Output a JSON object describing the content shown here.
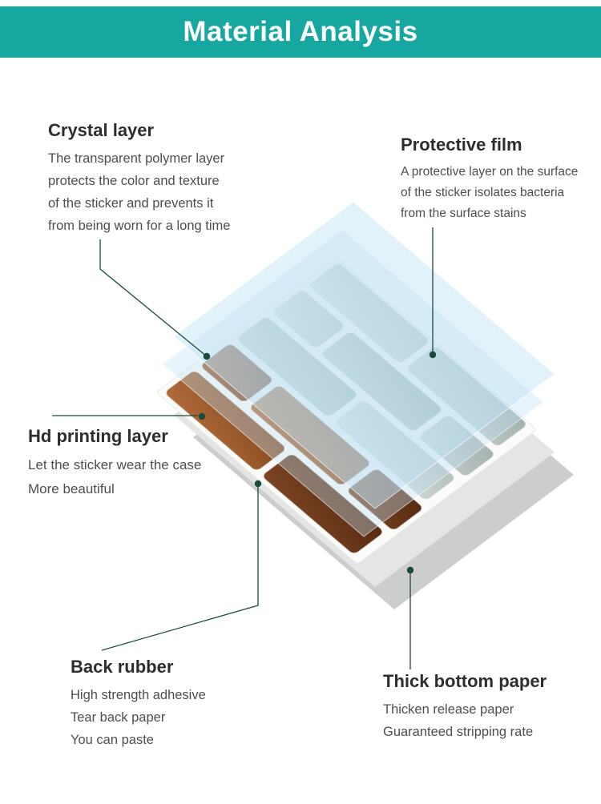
{
  "header": {
    "title": "Material Analysis",
    "background": "#16a7a1",
    "text_color": "#ffffff"
  },
  "annotations": {
    "crystal_layer": {
      "title": "Crystal layer",
      "lines": [
        "The transparent polymer layer",
        "protects the color and texture",
        "of the sticker and prevents it",
        "from being worn for a long time"
      ]
    },
    "protective_film": {
      "title": "Protective film",
      "lines": [
        "A protective layer on the surface",
        "of the sticker isolates bacteria",
        "from the surface stains"
      ]
    },
    "hd_printing_layer": {
      "title": "Hd printing layer",
      "lines": [
        "Let the sticker wear the case",
        "More beautiful"
      ]
    },
    "back_rubber": {
      "title": "Back rubber",
      "lines": [
        "High strength adhesive",
        "Tear back paper",
        "You can paste"
      ]
    },
    "thick_bottom_paper": {
      "title": "Thick bottom paper",
      "lines": [
        "Thicken release paper",
        "Guaranteed stripping rate"
      ]
    }
  },
  "illustration": {
    "colors": {
      "connector": "#1c4a3a",
      "film_blue": "#bfe3f5",
      "grout_white": "#fbfbf9",
      "tile_gray": "#b9c4c2",
      "tile_brown": "#8a4c24",
      "bottom_paper_gray": "#e4e6e5",
      "shadow_gray": "#cbcecd"
    }
  }
}
